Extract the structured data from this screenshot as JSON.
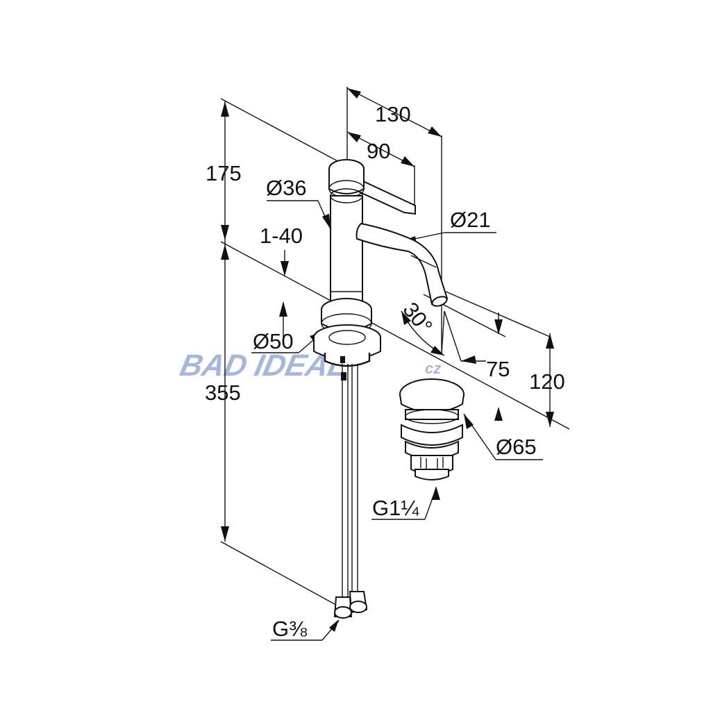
{
  "drawing": {
    "dimensions": {
      "d130": "130",
      "d90": "90",
      "d175": "175",
      "d_dia36": "Ø36",
      "d_dia21": "Ø21",
      "d_1_40": "1-40",
      "d_30deg": "30°",
      "d_dia50": "Ø50",
      "d75": "75",
      "d120": "120",
      "d355": "355",
      "d_dia65": "Ø65",
      "d_g114": "G1¼",
      "d_g38": "G⅜"
    },
    "watermark": {
      "text": "BAD IDEAL",
      "suffix": "cz",
      "color": "#5a7fc4"
    },
    "line_color": "#111111"
  }
}
